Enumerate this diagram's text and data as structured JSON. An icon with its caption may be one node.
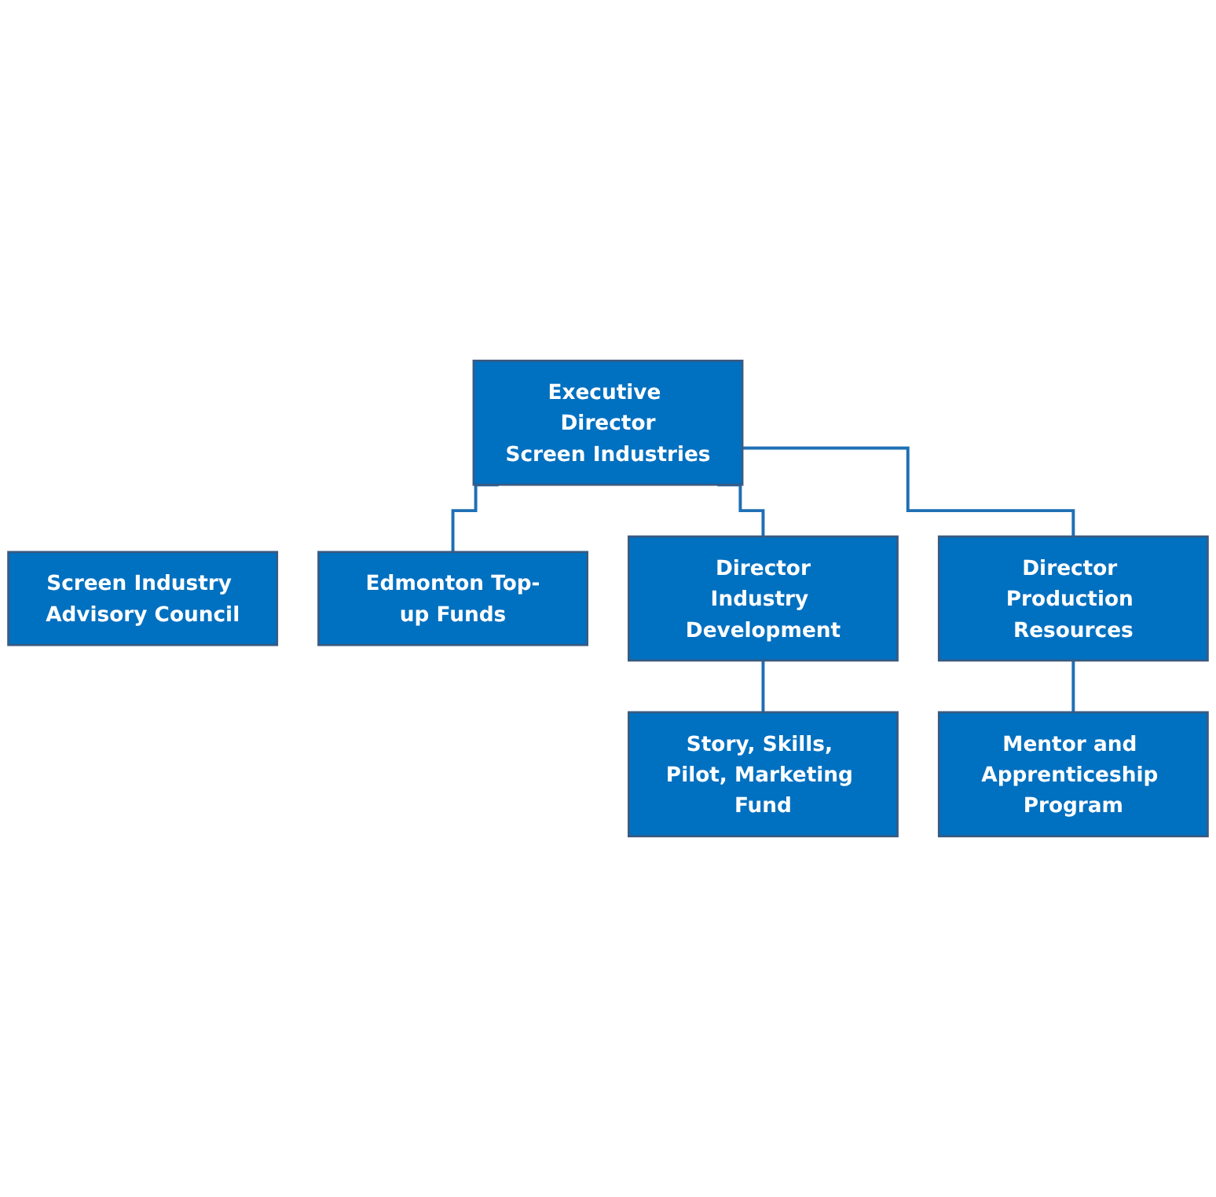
{
  "diagram": {
    "nodes": [
      {
        "text": [
          "Executive Director",
          "Screen Industries"
        ]
      },
      {
        "text": [
          "Screen Industry Advisory Council"
        ]
      },
      {
        "text": [
          "Edmonton Top-up Funds"
        ]
      },
      {
        "text": [
          "Director",
          "Industry Development"
        ]
      },
      {
        "text": [
          "Director Production Resources"
        ]
      },
      {
        "text": [
          "Story, Skills, Pilot, Marketing Fund"
        ]
      },
      {
        "text": [
          "Mentor and Apprenticeship Program"
        ]
      }
    ],
    "edges": [
      {
        "from": 0,
        "to": 2,
        "arrow": "none"
      },
      {
        "from": 0,
        "to": 3,
        "arrow": "none"
      },
      {
        "from": 0,
        "to": 4,
        "arrow": "none"
      },
      {
        "from": 3,
        "to": 5,
        "arrow": "none"
      },
      {
        "from": 4,
        "to": 6,
        "arrow": "none"
      }
    ]
  }
}
